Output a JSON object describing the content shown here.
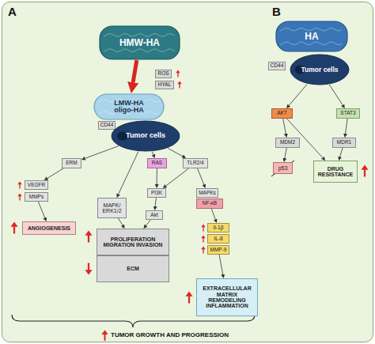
{
  "diagram": {
    "nodes": [
      {
        "text": [
          "HMW-HA"
        ]
      },
      {
        "text": [
          "ROS"
        ]
      },
      {
        "text": [
          "HYAL"
        ]
      },
      {
        "text": [
          "LMW-HA oligo-HA"
        ]
      },
      {
        "text": [
          "CD44"
        ]
      },
      {
        "text": [
          "Tumor cells"
        ]
      },
      {
        "text": [
          "ERM"
        ]
      },
      {
        "text": [
          "RAS"
        ]
      },
      {
        "text": [
          "TLR2/4"
        ]
      },
      {
        "text": [
          "VEGFR"
        ]
      },
      {
        "text": [
          "MMPs"
        ]
      },
      {
        "text": [
          "PI3K"
        ]
      },
      {
        "text": [
          "MAPKs"
        ]
      },
      {
        "text": [
          "NF-κB"
        ]
      },
      {
        "text": [
          "MAPK/ ERK1/2"
        ]
      },
      {
        "text": [
          "Akt"
        ]
      },
      {
        "text": [
          "ANGIOGENESIS"
        ]
      },
      {
        "text": [
          "Il-1β"
        ]
      },
      {
        "text": [
          "IL-8"
        ]
      },
      {
        "text": [
          "MMP-9"
        ]
      },
      {
        "text": [
          "PROLIFERATION MIGRATION INVASION"
        ]
      },
      {
        "text": [
          "ECM"
        ]
      },
      {
        "text": [
          "EXTRACELLULAR MATRIX REMODELING INFLAMMATION"
        ]
      },
      {
        "text": [
          "HA"
        ]
      },
      {
        "text": [
          "CD44"
        ]
      },
      {
        "text": [
          "Tumor cells"
        ]
      },
      {
        "text": [
          "AKT"
        ]
      },
      {
        "text": [
          "STAT3"
        ]
      },
      {
        "text": [
          "MDM2"
        ]
      },
      {
        "text": [
          "MDR1"
        ]
      },
      {
        "text": [
          "p53"
        ]
      },
      {
        "text": [
          "DRUG RESISTANCE"
        ]
      }
    ],
    "edges": [
      {
        "from": 0,
        "to": 3,
        "arrow": "to"
      },
      {
        "from": 5,
        "to": 6,
        "arrow": "to"
      },
      {
        "from": 5,
        "to": 14,
        "arrow": "to"
      },
      {
        "from": 5,
        "to": 7,
        "arrow": "to"
      },
      {
        "from": 5,
        "to": 8,
        "arrow": "to"
      },
      {
        "from": 6,
        "to": 9,
        "arrow": "to"
      },
      {
        "from": 10,
        "to": 16,
        "arrow": "to"
      },
      {
        "from": 14,
        "to": 20,
        "arrow": "to"
      },
      {
        "from": 7,
        "to": 11,
        "arrow": "to"
      },
      {
        "from": 8,
        "to": 11,
        "arrow": "to"
      },
      {
        "from": 8,
        "to": 12,
        "arrow": "to"
      },
      {
        "from": 11,
        "to": 15,
        "arrow": "to"
      },
      {
        "from": 15,
        "to": 20,
        "arrow": "to"
      },
      {
        "from": 13,
        "to": 17,
        "arrow": "to"
      },
      {
        "from": 19,
        "to": 22,
        "arrow": "to"
      },
      {
        "from": 25,
        "to": 26,
        "arrow": "to"
      },
      {
        "from": 25,
        "to": 27,
        "arrow": "to"
      },
      {
        "from": 26,
        "to": 28,
        "arrow": "to"
      },
      {
        "from": 26,
        "to": 31,
        "arrow": "to"
      },
      {
        "from": 27,
        "to": 29,
        "arrow": "to"
      },
      {
        "from": 28,
        "to": 30,
        "arrow": "to"
      },
      {
        "from": 29,
        "to": 31,
        "arrow": "to"
      }
    ],
    "labels": [
      "A",
      "B",
      "TUMOR GROWTH AND PROGRESSION"
    ]
  }
}
